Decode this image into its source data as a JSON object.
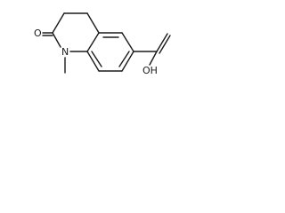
{
  "molecule": {
    "atoms": {
      "ring_nitrogen": "N",
      "carbonyl_oxygen": "O",
      "carboxylic_acid_group": "OH"
    },
    "line_color": "#1a1a1a",
    "background_color": "#ffffff"
  }
}
